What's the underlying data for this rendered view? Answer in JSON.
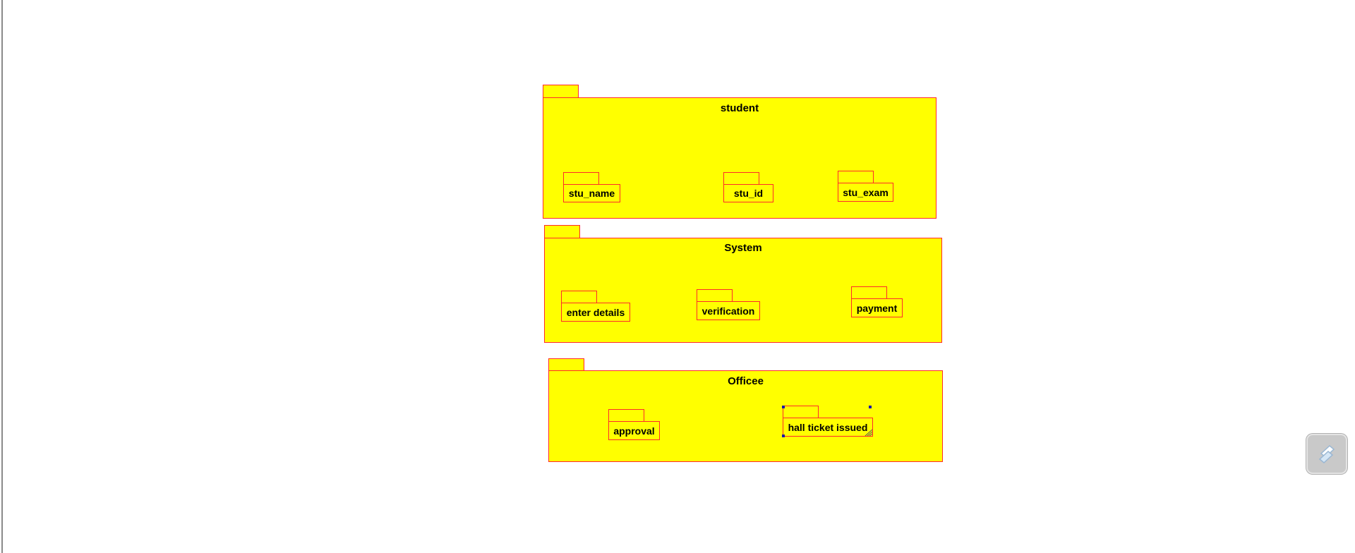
{
  "packages": [
    {
      "name": "student",
      "children": [
        "stu_name",
        "stu_id",
        "stu_exam"
      ]
    },
    {
      "name": "System",
      "children": [
        "enter details",
        "verification",
        "payment"
      ]
    },
    {
      "name": "Officee",
      "children": [
        "approval",
        "hall ticket issued"
      ]
    }
  ],
  "colors": {
    "fill": "#ffff00",
    "stroke": "#ff2a2a",
    "handle": "#1a1aa8",
    "fab": "#c9c9c9"
  },
  "icons": {
    "fab": "pen-icon"
  }
}
